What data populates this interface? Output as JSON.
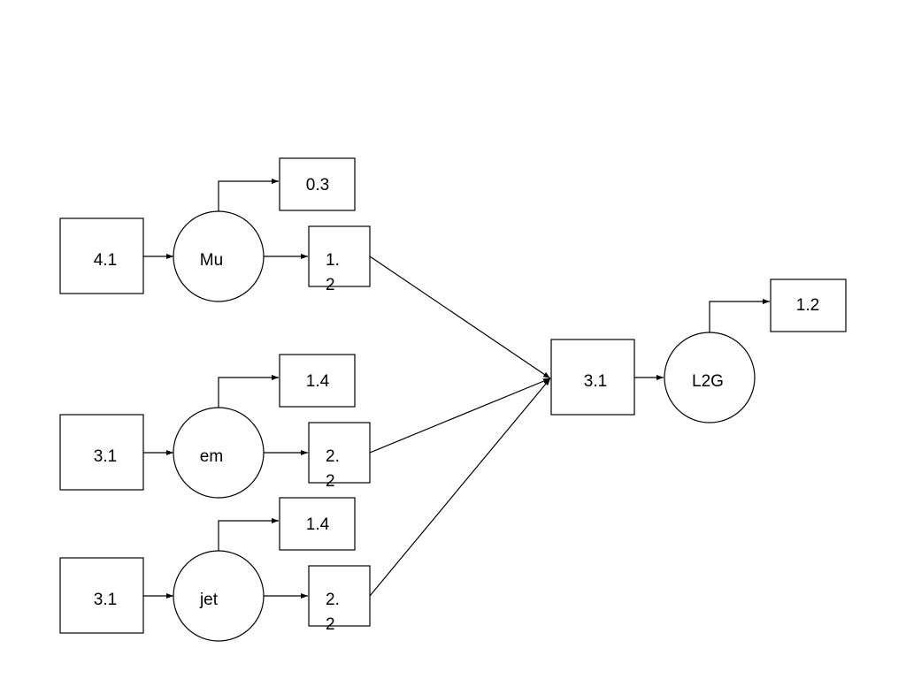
{
  "colors": {
    "line": "#000000",
    "background": "#ffffff"
  },
  "rows": {
    "mu": {
      "input": "4.1",
      "node": "Mu",
      "side": "0.3",
      "out_line1": "1.",
      "out_line2": "2"
    },
    "em": {
      "input": "3.1",
      "node": "em",
      "side": "1.4",
      "out_line1": "2.",
      "out_line2": "2"
    },
    "jet": {
      "input": "3.1",
      "node": "jet",
      "side": "1.4",
      "out_line1": "2.",
      "out_line2": "2"
    }
  },
  "combiner": {
    "value": "3.1"
  },
  "l2g": {
    "node": "L2G",
    "side": "1.2"
  }
}
